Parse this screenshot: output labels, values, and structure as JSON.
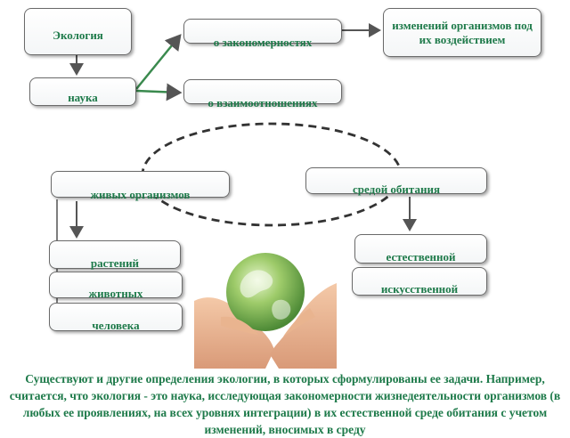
{
  "nodes": {
    "ecology": "Экология",
    "science": "наука",
    "regularities": "о  закономерностях",
    "relations": "о взаимоотношениях",
    "changes": "изменений организмов под их воздействием",
    "living": "живых организмов",
    "habitat": "средой обитания",
    "plants": "растений",
    "animals": "животных",
    "human": "человека",
    "natural": "естественной",
    "artificial": "искусственной"
  },
  "caption": "Существуют и другие определения экологии, в которых сформулированы ее задачи. Например, считается, что экология - это наука, исследующая закономерности жизнедеятельности организмов (в любых ее проявлениях, на всех уровнях интеграции) в их естественной среде обитания с учетом изменений, вносимых в среду",
  "colors": {
    "text": "#1e7a4a",
    "border": "#6a6a6a",
    "connector": "#3a8a4e",
    "dash_ellipse": "#333333"
  }
}
